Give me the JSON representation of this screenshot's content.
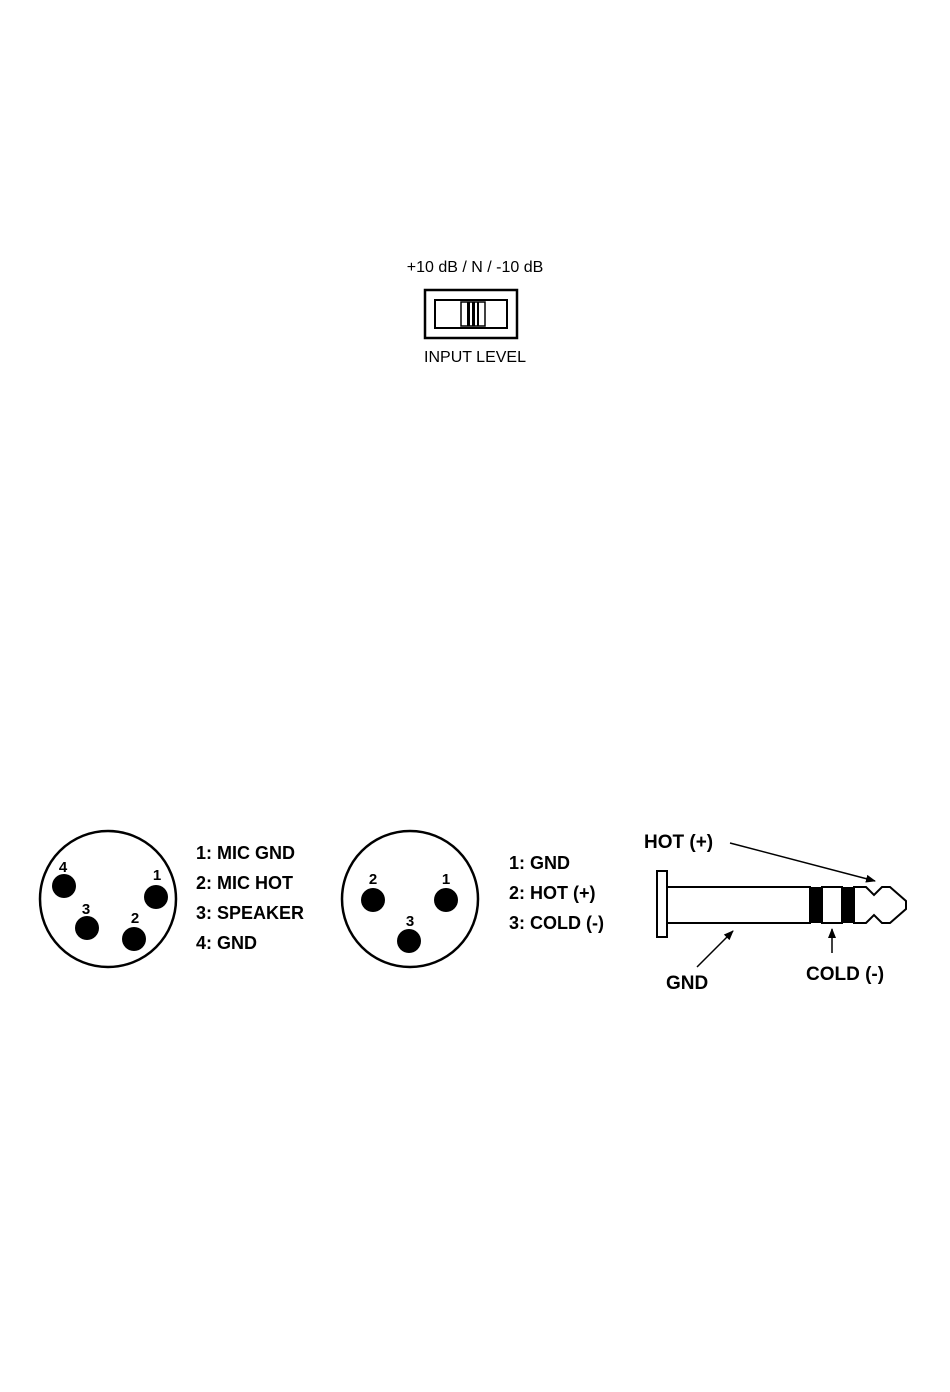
{
  "input_switch": {
    "levels_label": "+10 dB / N / -10 dB",
    "name_label": "INPUT LEVEL"
  },
  "xlr4": {
    "pins": [
      {
        "num": "1",
        "label": "1: MIC GND"
      },
      {
        "num": "2",
        "label": "2: MIC HOT"
      },
      {
        "num": "3",
        "label": "3: SPEAKER"
      },
      {
        "num": "4",
        "label": "4: GND"
      }
    ]
  },
  "xlr3": {
    "pins": [
      {
        "num": "1",
        "label": "1: GND"
      },
      {
        "num": "2",
        "label": "2: HOT (+)"
      },
      {
        "num": "3",
        "label": "3: COLD (-)"
      }
    ]
  },
  "jack": {
    "hot_label": "HOT (+)",
    "gnd_label": "GND",
    "cold_label": "COLD (-)"
  }
}
